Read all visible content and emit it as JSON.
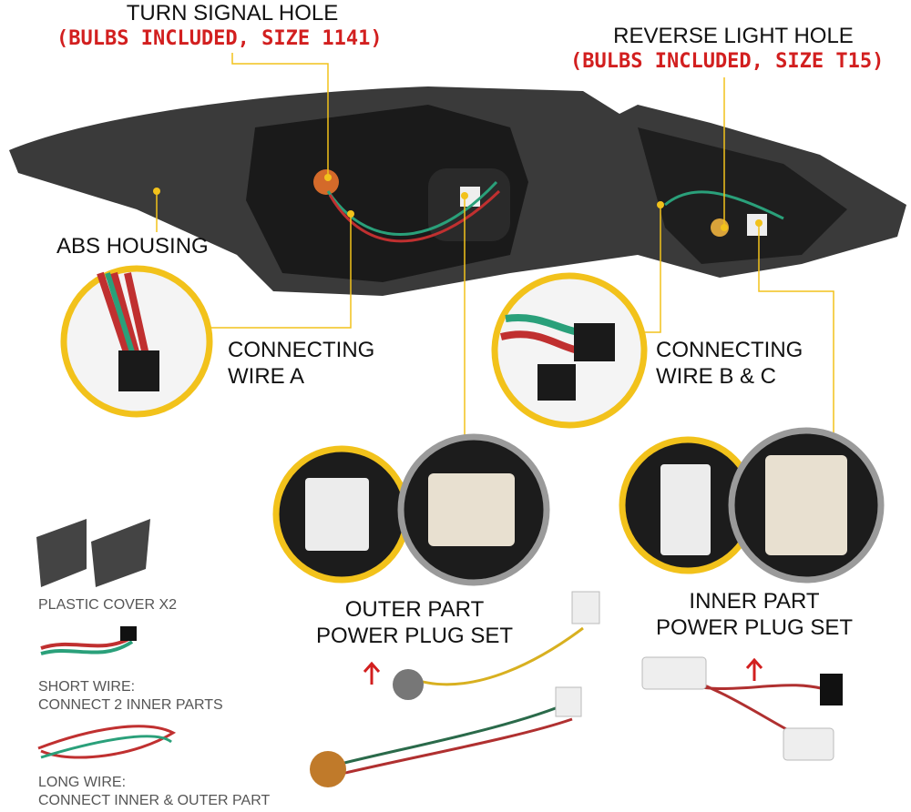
{
  "labels": {
    "turn_signal_title": "TURN SIGNAL HOLE",
    "turn_signal_note": "(BULBS INCLUDED, SIZE 1141)",
    "reverse_title": "REVERSE LIGHT HOLE",
    "reverse_note": "(BULBS INCLUDED, SIZE T15)",
    "abs_housing": "ABS HOUSING",
    "wire_a_line1": "CONNECTING",
    "wire_a_line2": "WIRE A",
    "wire_bc_line1": "CONNECTING",
    "wire_bc_line2": "WIRE B & C",
    "outer_line1": "OUTER PART",
    "outer_line2": "POWER PLUG SET",
    "inner_line1": "INNER PART",
    "inner_line2": "POWER PLUG SET"
  },
  "accessories": {
    "plastic_cover": "PLASTIC COVER X2",
    "short_wire_line1": "SHORT WIRE:",
    "short_wire_line2": "CONNECT 2 INNER PARTS",
    "long_wire_line1": "LONG WIRE:",
    "long_wire_line2": "CONNECT INNER & OUTER PART"
  },
  "colors": {
    "accent_yellow": "#f2c21b",
    "note_red": "#d21f1f"
  }
}
